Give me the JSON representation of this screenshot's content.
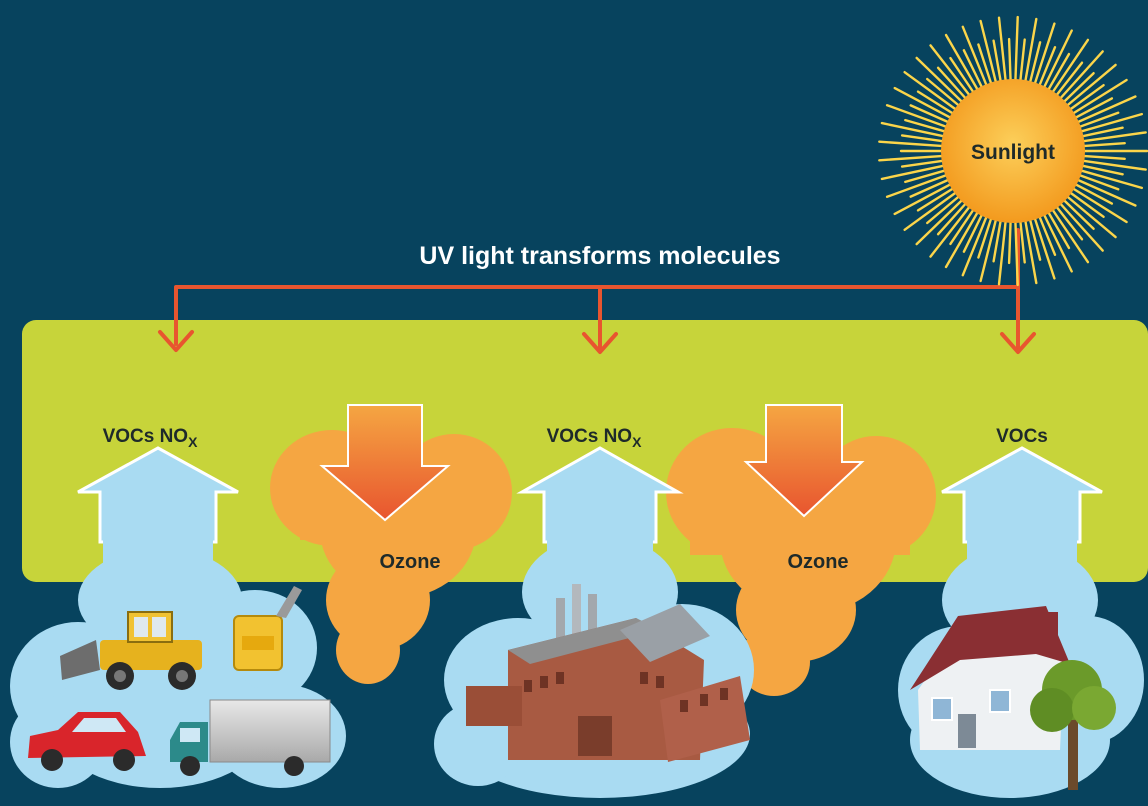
{
  "colors": {
    "background": "#07435e",
    "atmosphere_band": "#c7d43a",
    "sun": "#f6a623",
    "sun_rays": "#fbd54a",
    "arrow": "#e8552f",
    "emission_cloud": "#a9dbf2",
    "ozone_cloud": "#f5a642",
    "label_text": "#1e2a2a",
    "title_text": "#ffffff"
  },
  "sun": {
    "label": "Sunlight",
    "icon": "sun-icon"
  },
  "uv_label": "UV light transforms molecules",
  "sources": [
    {
      "label_main": "VOCs  NO",
      "label_sub": "X",
      "icons": [
        "bulldozer-icon",
        "gas-can-icon",
        "car-icon",
        "truck-icon"
      ]
    },
    {
      "label_main": "VOCs  NO",
      "label_sub": "X",
      "icons": [
        "factory-icon"
      ]
    },
    {
      "label_main": "VOCs",
      "label_sub": "",
      "icons": [
        "house-icon",
        "tree-icon"
      ]
    }
  ],
  "ozone": [
    {
      "label": "Ozone"
    },
    {
      "label": "Ozone"
    }
  ]
}
